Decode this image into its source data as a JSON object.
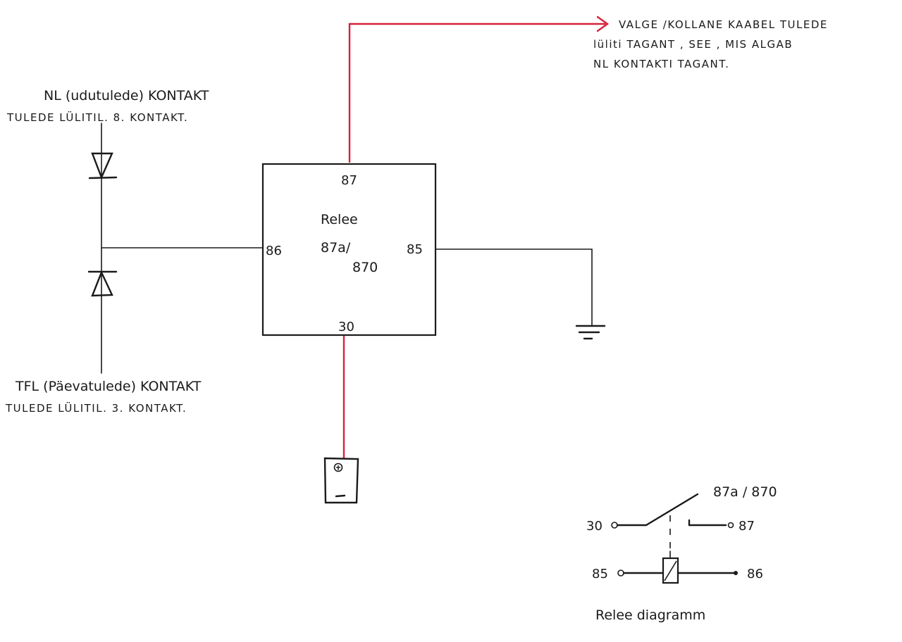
{
  "annotations": {
    "output_note": {
      "lines": [
        "VALGE /KOLLANE  KAABEL TULEDE",
        "lüliti TAGANT , SEE , MIS ALGAB",
        "NL KONTAKTI TAGANT."
      ]
    },
    "nl_note": {
      "lines": [
        "NL (udutulede) KONTAKT",
        "TULEDE LÜLITIL. 8. KONTAKT."
      ]
    },
    "tfl_note": {
      "lines": [
        "TFL (Päevatulede) KONTAKT",
        "TULEDE LÜLITIL. 3. KONTAKT."
      ]
    }
  },
  "relay": {
    "title": "Relee",
    "pin_top": "87",
    "pin_left": "86",
    "pin_right": "85",
    "pin_bottom": "30",
    "center_a": "87a/",
    "center_b": "870"
  },
  "relay_diagram": {
    "switch_label": "87a / 870",
    "pin_30": "30",
    "pin_87": "87",
    "pin_85": "85",
    "pin_86": "86",
    "caption": "Relee diagramm"
  },
  "colors": {
    "ink": "#1a1a1a",
    "power_wire": "#d8203a"
  }
}
